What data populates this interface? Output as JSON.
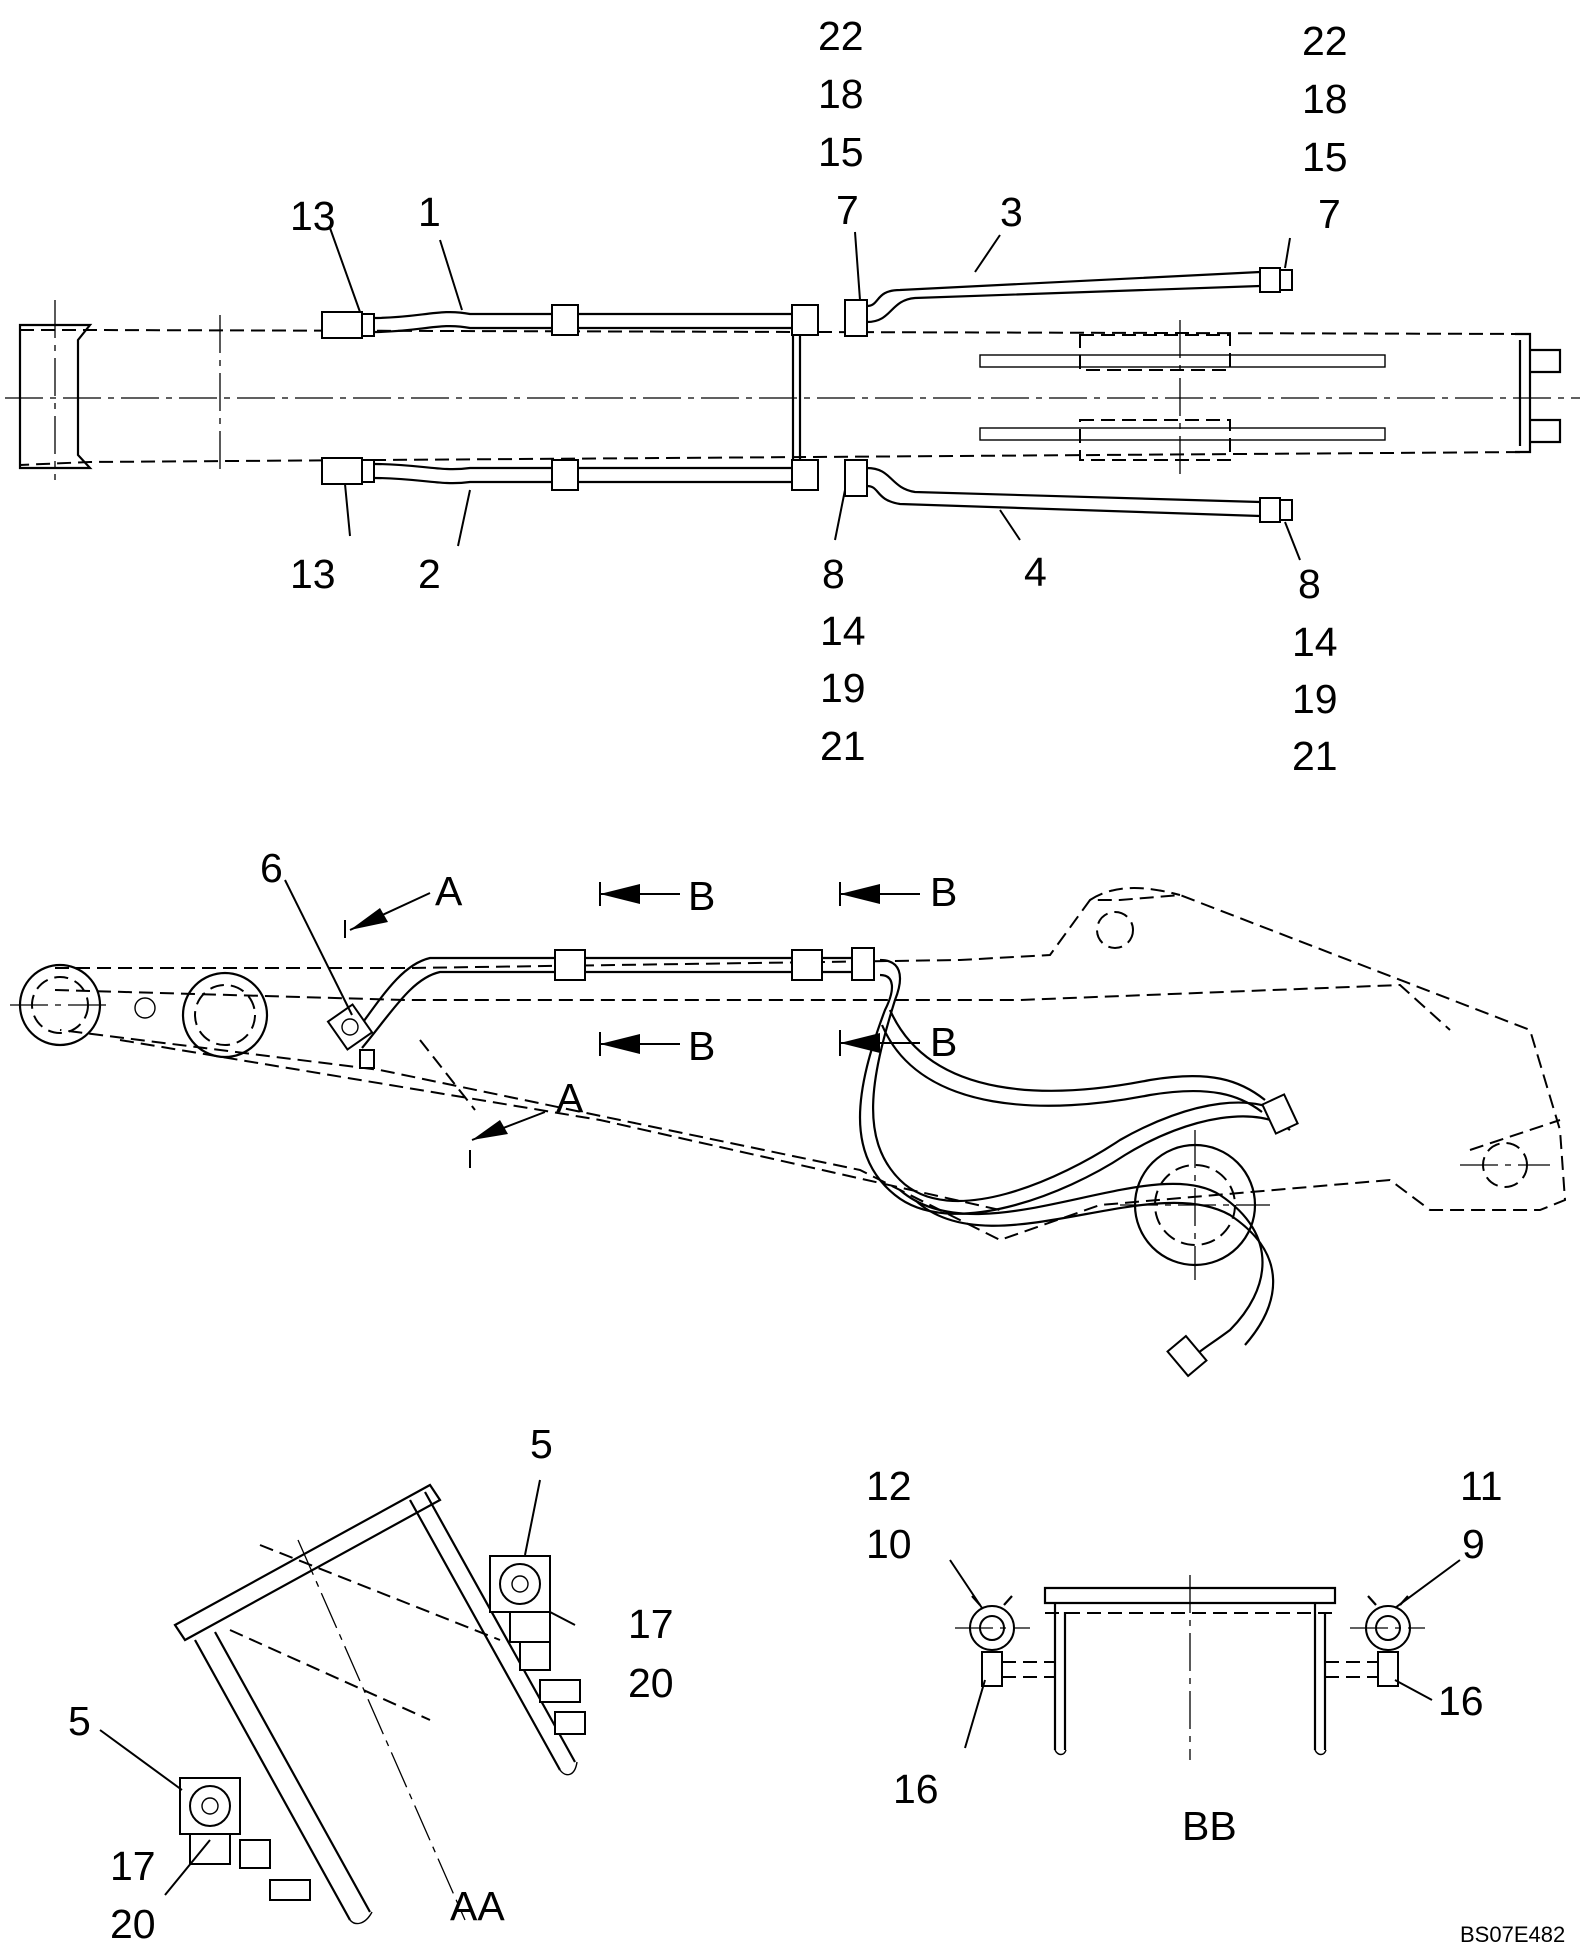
{
  "drawing_code": "BS07E482",
  "top_view": {
    "callouts": [
      {
        "id": "c1",
        "text": "1"
      },
      {
        "id": "c2",
        "text": "2"
      },
      {
        "id": "c3",
        "text": "3"
      },
      {
        "id": "c4",
        "text": "4"
      },
      {
        "id": "c13a",
        "text": "13"
      },
      {
        "id": "c13b",
        "text": "13"
      },
      {
        "id": "c7a",
        "text": "7"
      },
      {
        "id": "c15a",
        "text": "15"
      },
      {
        "id": "c18a",
        "text": "18"
      },
      {
        "id": "c22a",
        "text": "22"
      },
      {
        "id": "c7b",
        "text": "7"
      },
      {
        "id": "c15b",
        "text": "15"
      },
      {
        "id": "c18b",
        "text": "18"
      },
      {
        "id": "c22b",
        "text": "22"
      },
      {
        "id": "c8a",
        "text": "8"
      },
      {
        "id": "c14a",
        "text": "14"
      },
      {
        "id": "c19a",
        "text": "19"
      },
      {
        "id": "c21a",
        "text": "21"
      },
      {
        "id": "c8b",
        "text": "8"
      },
      {
        "id": "c14b",
        "text": "14"
      },
      {
        "id": "c19b",
        "text": "19"
      },
      {
        "id": "c21b",
        "text": "21"
      }
    ]
  },
  "side_view": {
    "callouts": [
      {
        "id": "c6",
        "text": "6"
      },
      {
        "id": "secA1",
        "text": "A"
      },
      {
        "id": "secA2",
        "text": "A"
      },
      {
        "id": "secB1",
        "text": "B"
      },
      {
        "id": "secB2",
        "text": "B"
      },
      {
        "id": "secB3",
        "text": "B"
      },
      {
        "id": "secB4",
        "text": "B"
      }
    ]
  },
  "section_aa": {
    "title": "AA",
    "callouts": [
      {
        "id": "c5a",
        "text": "5"
      },
      {
        "id": "c17a",
        "text": "17"
      },
      {
        "id": "c20a",
        "text": "20"
      },
      {
        "id": "c5b",
        "text": "5"
      },
      {
        "id": "c17b",
        "text": "17"
      },
      {
        "id": "c20b",
        "text": "20"
      }
    ]
  },
  "section_bb": {
    "title": "BB",
    "callouts": [
      {
        "id": "c12",
        "text": "12"
      },
      {
        "id": "c10",
        "text": "10"
      },
      {
        "id": "c11",
        "text": "11"
      },
      {
        "id": "c9",
        "text": "9"
      },
      {
        "id": "c16a",
        "text": "16"
      },
      {
        "id": "c16b",
        "text": "16"
      }
    ]
  }
}
